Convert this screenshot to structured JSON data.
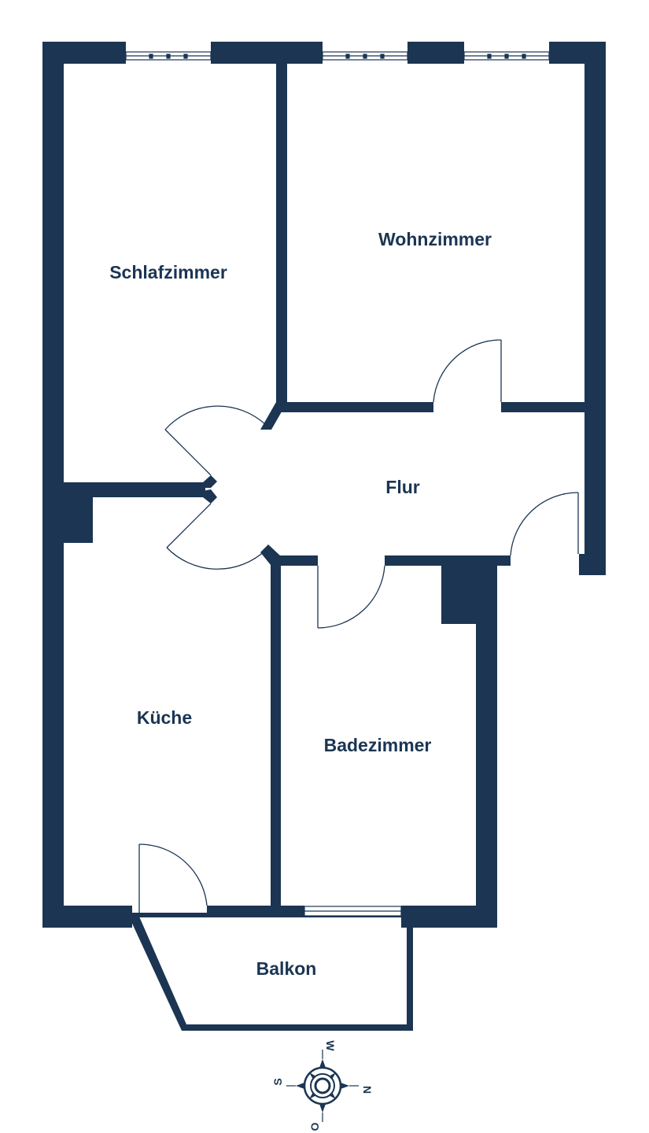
{
  "colors": {
    "wall": "#1b3553",
    "background": "#ffffff"
  },
  "rooms": {
    "schlafzimmer": "Schlafzimmer",
    "wohnzimmer": "Wohnzimmer",
    "flur": "Flur",
    "kueche": "Küche",
    "badezimmer": "Badezimmer",
    "balkon": "Balkon"
  },
  "compass": {
    "w": "W",
    "n": "N",
    "o": "O",
    "s": "S"
  }
}
